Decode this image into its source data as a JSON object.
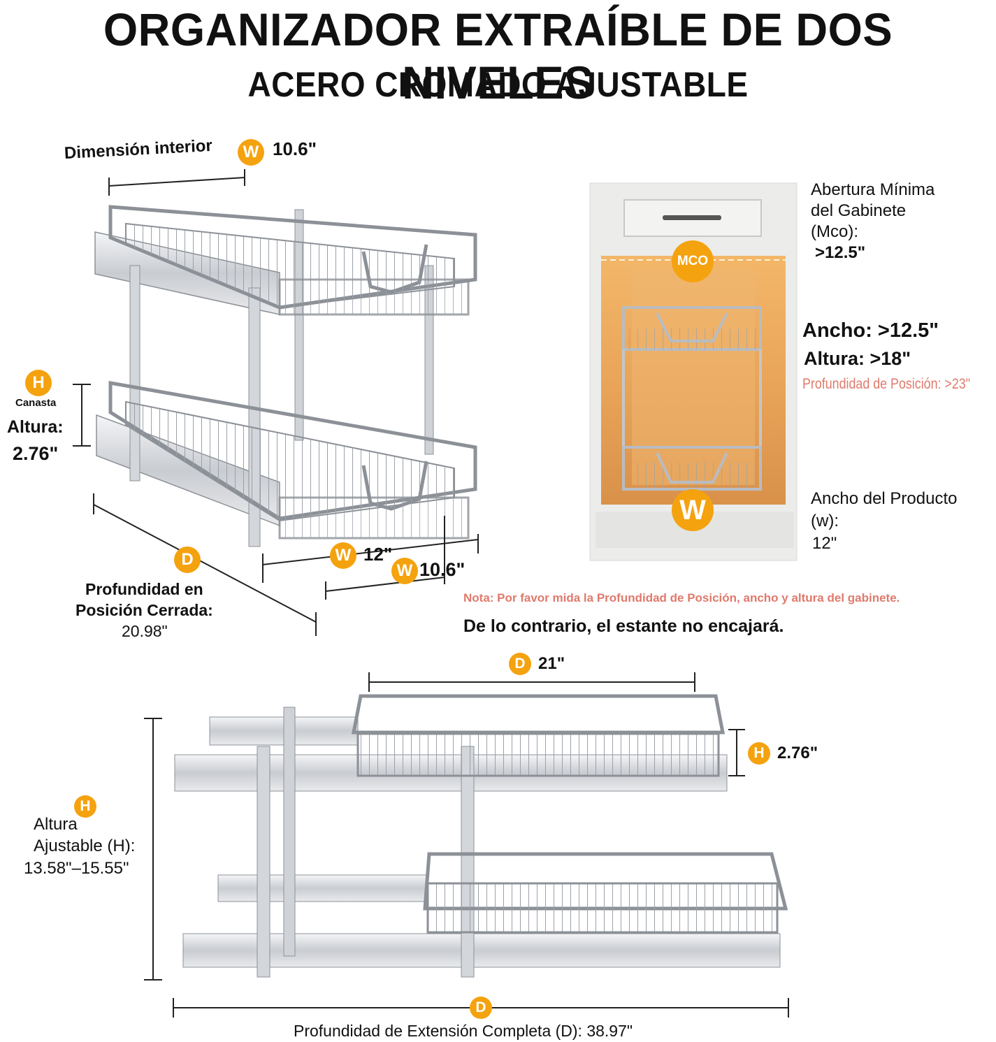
{
  "header": {
    "title": "ORGANIZADOR EXTRAÍBLE DE DOS NIVELES",
    "subtitle": "ACERO CROMADO AJUSTABLE"
  },
  "top_left": {
    "inner_label": "Dimensión interior",
    "inner_badge": "W",
    "inner_value": "10.6\"",
    "basket_badge": "H",
    "basket_label": "Canasta",
    "basket_height_label": "Altura:",
    "basket_height_value": "2.76\"",
    "depth_badge": "D",
    "depth_label_1": "Profundidad en",
    "depth_label_2": "Posición Cerrada:",
    "depth_value": "20.98\"",
    "width_badge_1": "W",
    "width_value_1": "12\"",
    "width_badge_2": "W",
    "width_value_2": "10.6\""
  },
  "cabinet": {
    "opening_label_1": "Abertura Mínima",
    "opening_label_2": "del Gabinete",
    "opening_label_3": "(Mco):",
    "opening_value": ">12.5\"",
    "mco_badge": "MCO",
    "width_req": "Ancho: >12.5\"",
    "height_req": "Altura: >18\"",
    "depth_req": "Profundidad de Posición: >23\"",
    "w_badge": "W",
    "product_width_label_1": "Ancho del Producto",
    "product_width_label_2": "(w):",
    "product_width_value": "12\""
  },
  "notes": {
    "note": "Nota: Por favor mida la Profundidad de Posición, ancho y altura del gabinete.",
    "warning": "De lo contrario, el estante no encajará."
  },
  "bottom": {
    "depth_badge_top": "D",
    "depth_top_value": "21\"",
    "basket_badge": "H",
    "basket_value": "2.76\"",
    "height_badge": "H",
    "height_label_1": "Altura",
    "height_label_2": "Ajustable (H):",
    "height_value": "13.58\"–15.55\"",
    "depth_badge_bottom": "D",
    "full_depth_label": "Profundidad de Extensión Completa (D): 38.97\""
  },
  "colors": {
    "accent": "#f5a20f",
    "note": "#e07a6c",
    "chrome": "#a9adb3",
    "cabinet_white": "#eeeeec",
    "cabinet_inner": "#e7a75c"
  }
}
